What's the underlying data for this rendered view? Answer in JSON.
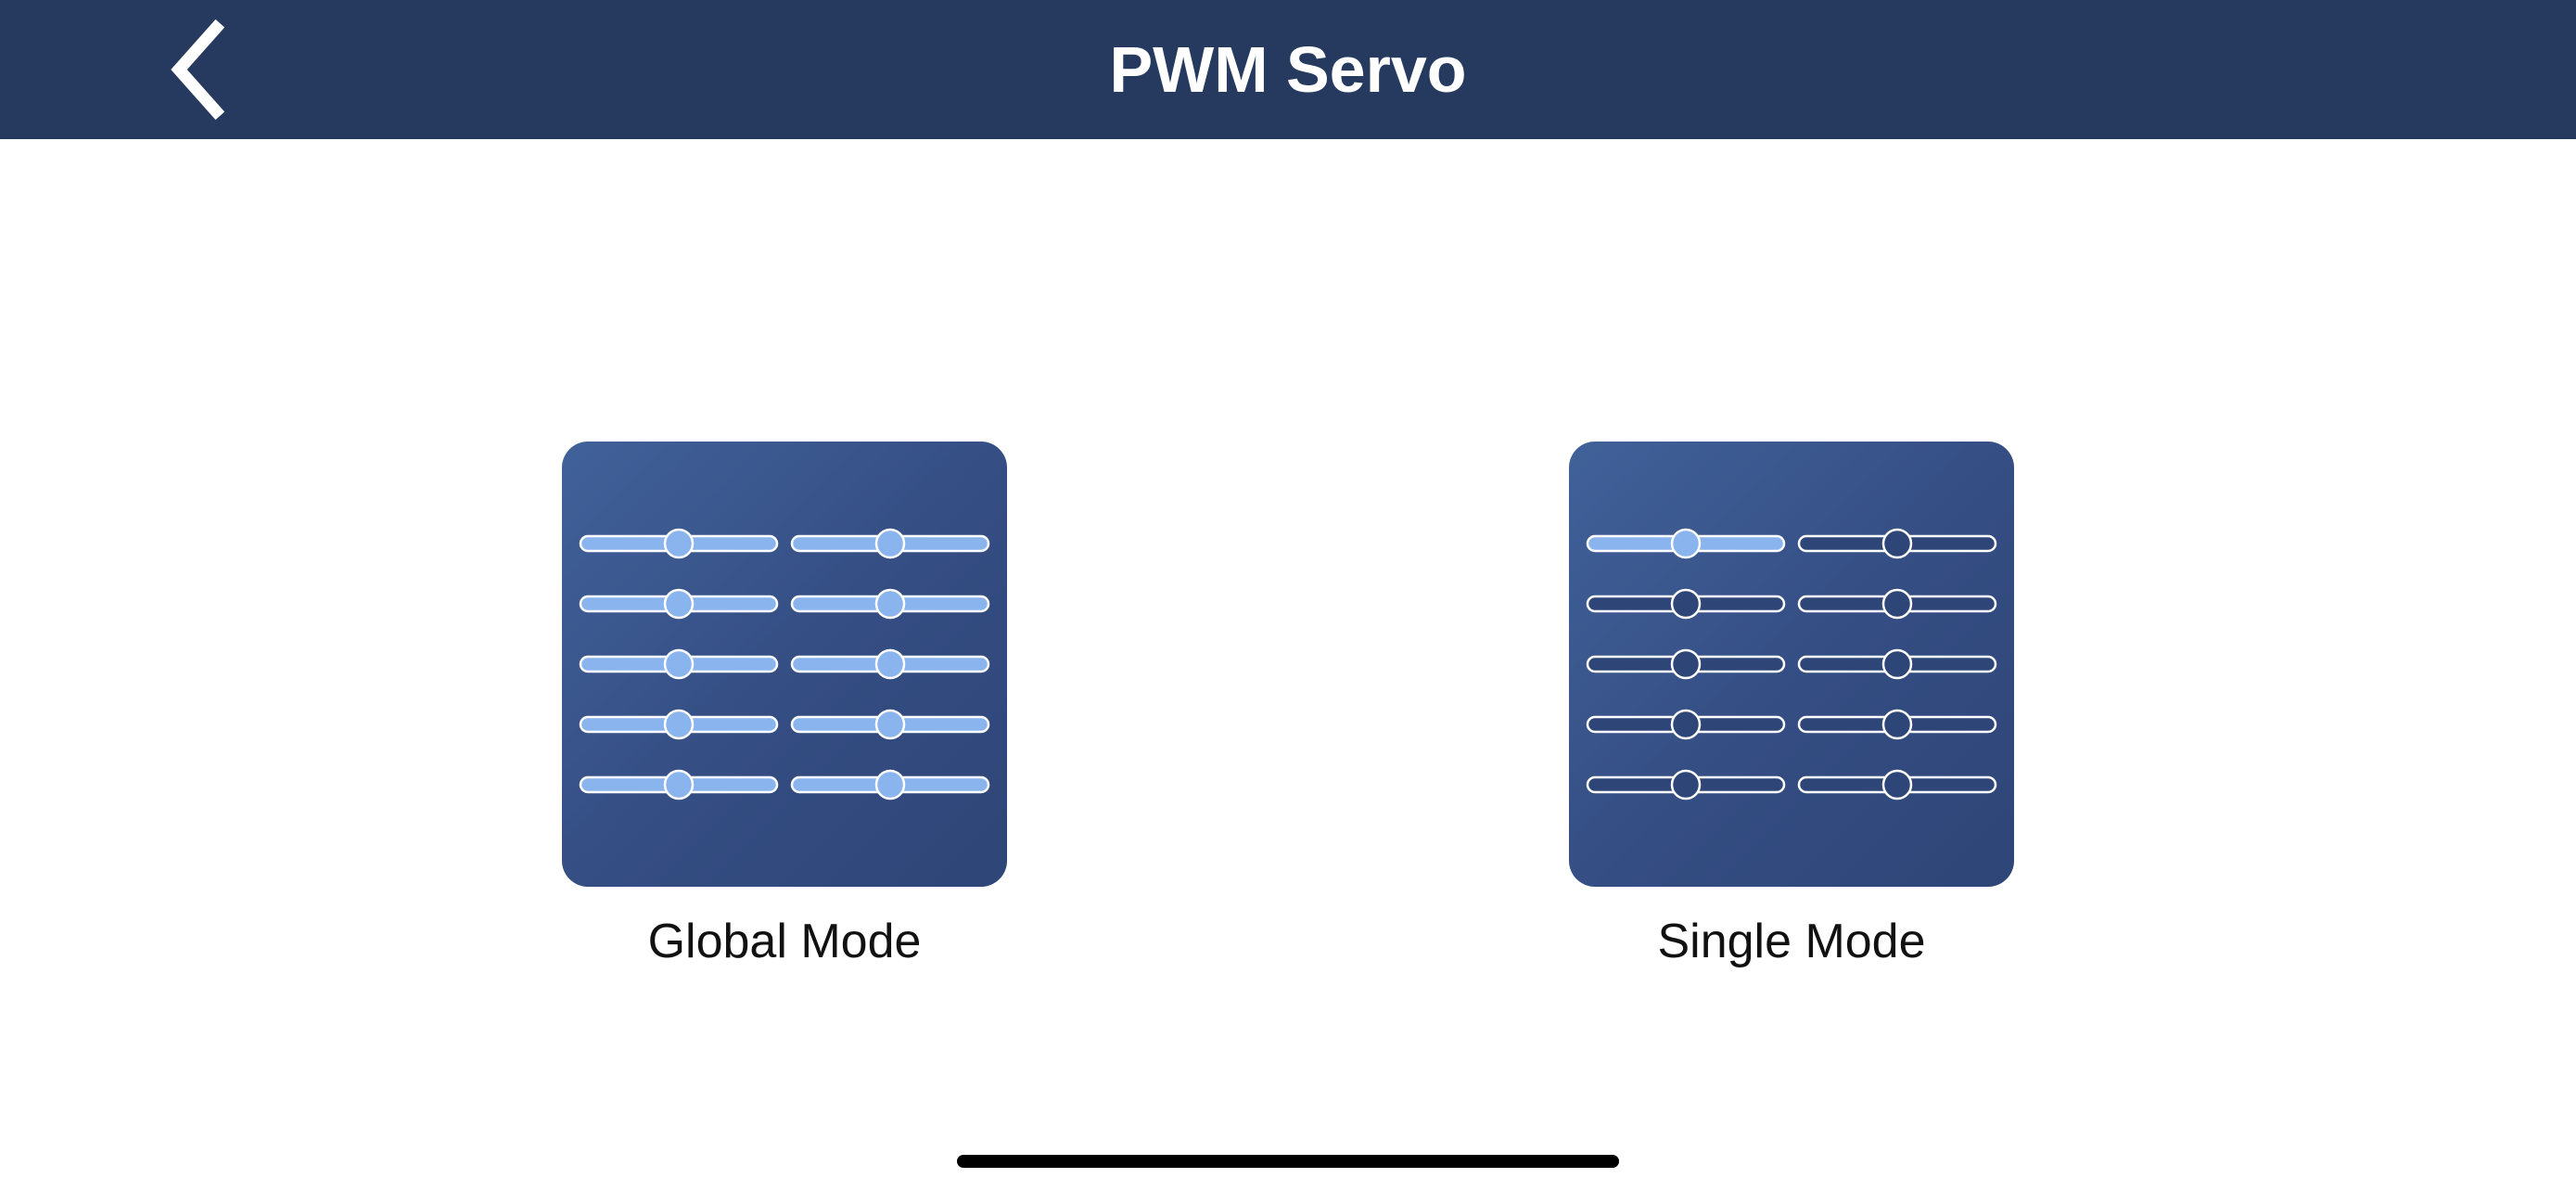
{
  "header": {
    "title": "PWM Servo",
    "back_icon": "chevron-left-icon"
  },
  "modes": [
    {
      "label": "Global Mode",
      "icon": "sliders-active-icon",
      "active_sliders": 10,
      "total_sliders": 10
    },
    {
      "label": "Single Mode",
      "icon": "sliders-single-icon",
      "active_sliders": 1,
      "total_sliders": 10
    }
  ],
  "colors": {
    "nav_background": "#253a5e",
    "card_background": "#3a5690",
    "slider_active_fill": "#8ab4ee",
    "slider_inactive_fill": "#2e4577",
    "slider_outline": "#ffffff"
  }
}
